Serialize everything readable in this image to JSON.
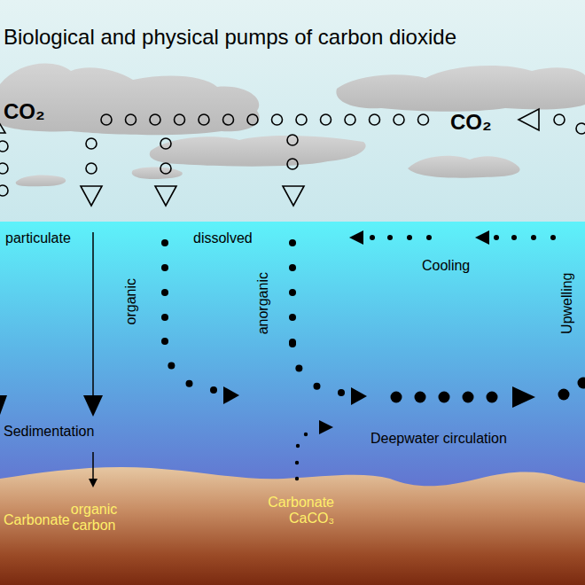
{
  "diagram": {
    "title": "Biological and physical pumps of carbon dioxide",
    "labels": [
      "CO₂",
      "CO₂",
      "particulate",
      "dissolved",
      "organic",
      "anorganic",
      "Cooling",
      "Upwelling",
      "Sedimentation",
      "Deepwater circulation",
      "Carbonate",
      "organic carbon",
      "Carbonate CaCO₃"
    ]
  }
}
